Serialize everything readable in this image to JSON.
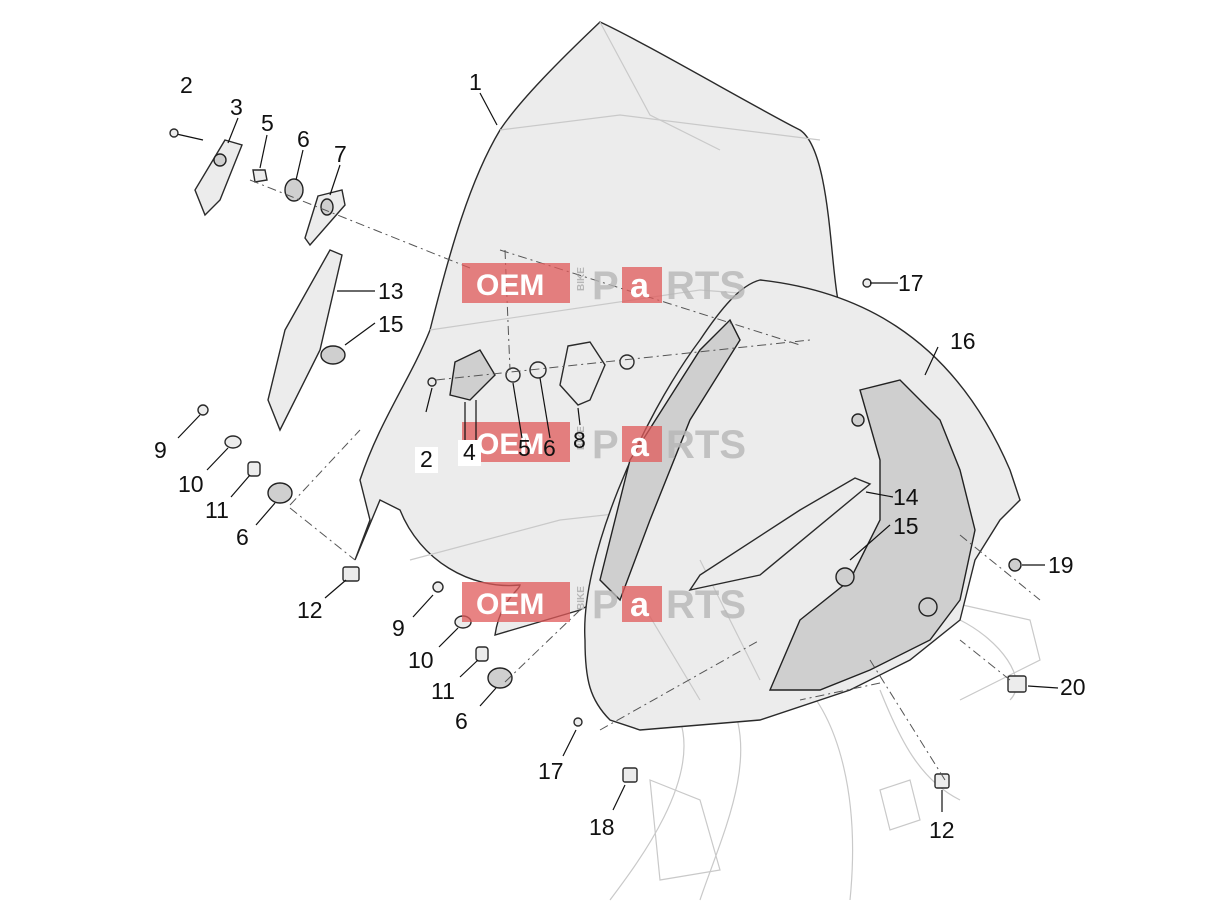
{
  "watermark": {
    "oem": "OEM",
    "bike": "BIKE",
    "parts_p": "P",
    "parts_a": "a",
    "parts_rts": "RTS",
    "accent_color": "#e05a5a",
    "gray_color": "#b7b7b7"
  },
  "callouts": {
    "c1": "1",
    "c2a": "2",
    "c2b": "2",
    "c3": "3",
    "c4": "4",
    "c5a": "5",
    "c5b": "5",
    "c6a": "6",
    "c6b": "6",
    "c6c": "6",
    "c6d": "6",
    "c7": "7",
    "c8": "8",
    "c9a": "9",
    "c9b": "9",
    "c10a": "10",
    "c10b": "10",
    "c11a": "11",
    "c11b": "11",
    "c12a": "12",
    "c12b": "12",
    "c13": "13",
    "c14": "14",
    "c15a": "15",
    "c15b": "15",
    "c16": "16",
    "c17a": "17",
    "c17b": "17",
    "c18": "18",
    "c19": "19",
    "c20": "20"
  }
}
